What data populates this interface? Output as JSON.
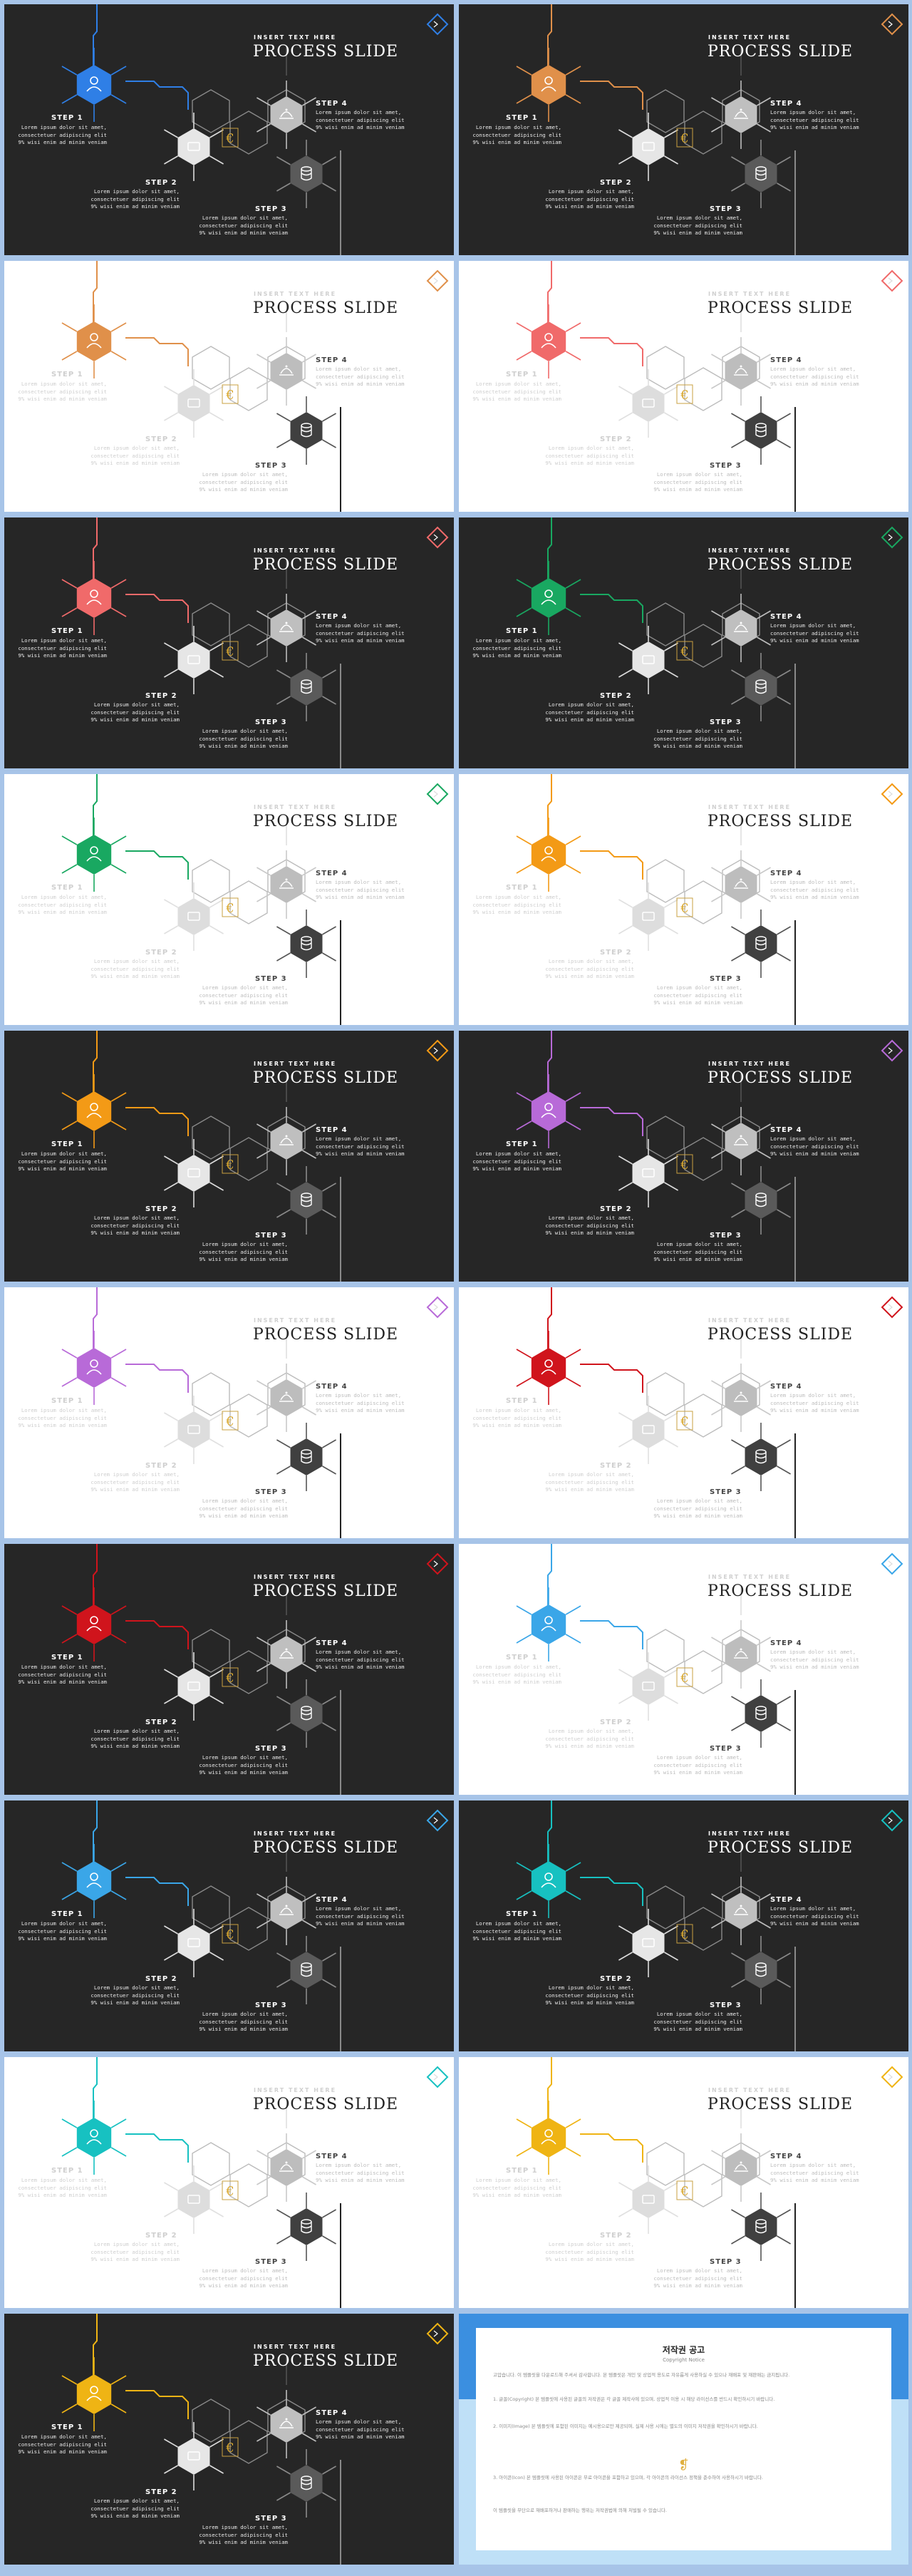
{
  "slide": {
    "insert_text": "INSERT TEXT HERE",
    "title": "PROCESS SLIDE",
    "steps": {
      "step1": {
        "label": "STEP 1",
        "text": "Lorem ipsum dolor sit amet, consectetuer adipiscing elit 9% wisi enim ad minim veniam"
      },
      "step2": {
        "label": "STEP 2",
        "text": "Lorem ipsum dolor sit amet, consectetuer adipiscing elit 9% wisi enim ad minim veniam"
      },
      "step3": {
        "label": "STEP 3",
        "text": "Lorem ipsum dolor sit amet, consectetuer adipiscing elit 9% wisi enim ad minim veniam"
      },
      "step4": {
        "label": "STEP 4",
        "text": "Lorem ipsum dolor sit amet, consectetuer adipiscing elit 9% wisi enim ad minim veniam"
      }
    }
  },
  "slides": [
    {
      "theme": "dark",
      "accent": "#2f7fe6"
    },
    {
      "theme": "dark",
      "accent": "#e0904a"
    },
    {
      "theme": "light",
      "accent": "#e0904a"
    },
    {
      "theme": "light",
      "accent": "#f06a6a"
    },
    {
      "theme": "dark",
      "accent": "#f06a6a"
    },
    {
      "theme": "dark",
      "accent": "#19a861"
    },
    {
      "theme": "light",
      "accent": "#19a861"
    },
    {
      "theme": "light",
      "accent": "#f39a16"
    },
    {
      "theme": "dark",
      "accent": "#f39a16"
    },
    {
      "theme": "dark",
      "accent": "#b86ad8"
    },
    {
      "theme": "light",
      "accent": "#b86ad8"
    },
    {
      "theme": "light",
      "accent": "#d0141c"
    },
    {
      "theme": "dark",
      "accent": "#d0141c"
    },
    {
      "theme": "light",
      "accent": "#3aa6e8"
    },
    {
      "theme": "dark",
      "accent": "#3aa6e8"
    },
    {
      "theme": "dark",
      "accent": "#17c1c1"
    },
    {
      "theme": "light",
      "accent": "#17c1c1"
    },
    {
      "theme": "light",
      "accent": "#efb414"
    },
    {
      "theme": "dark",
      "accent": "#efb414"
    }
  ],
  "copyright": {
    "title": "저작권 공고",
    "subtitle": "Copyright Notice",
    "intro": "고맙습니다. 이 템플릿을 다운로드해 주셔서 감사합니다. 본 템플릿은 개인 및 상업적 용도로 자유롭게 사용하실 수 있으나 재배포 및 재판매는 금지됩니다.",
    "p1": "1. 글꼴(Copyright) 본 템플릿에 사용된 글꼴의 저작권은 각 글꼴 제작사에 있으며, 상업적 이용 시 해당 라이선스를 반드시 확인하시기 바랍니다.",
    "p2": "2. 이미지(Image) 본 템플릿에 포함된 이미지는 예시용으로만 제공되며, 실제 사용 시에는 별도의 이미지 저작권을 확인하시기 바랍니다.",
    "p3": "3. 아이콘(Icon) 본 템플릿에 사용된 아이콘은 무료 아이콘을 포함하고 있으며, 각 아이콘의 라이선스 정책을 준수하여 사용하시기 바랍니다.",
    "outro": "이 템플릿을 무단으로 재배포하거나 판매하는 행위는 저작권법에 의해 처벌될 수 있습니다."
  },
  "icons": [
    "user-icon",
    "monitor-icon",
    "cloche-icon",
    "database-icon",
    "logo-mark-icon",
    "diamond-arrow-icon"
  ]
}
